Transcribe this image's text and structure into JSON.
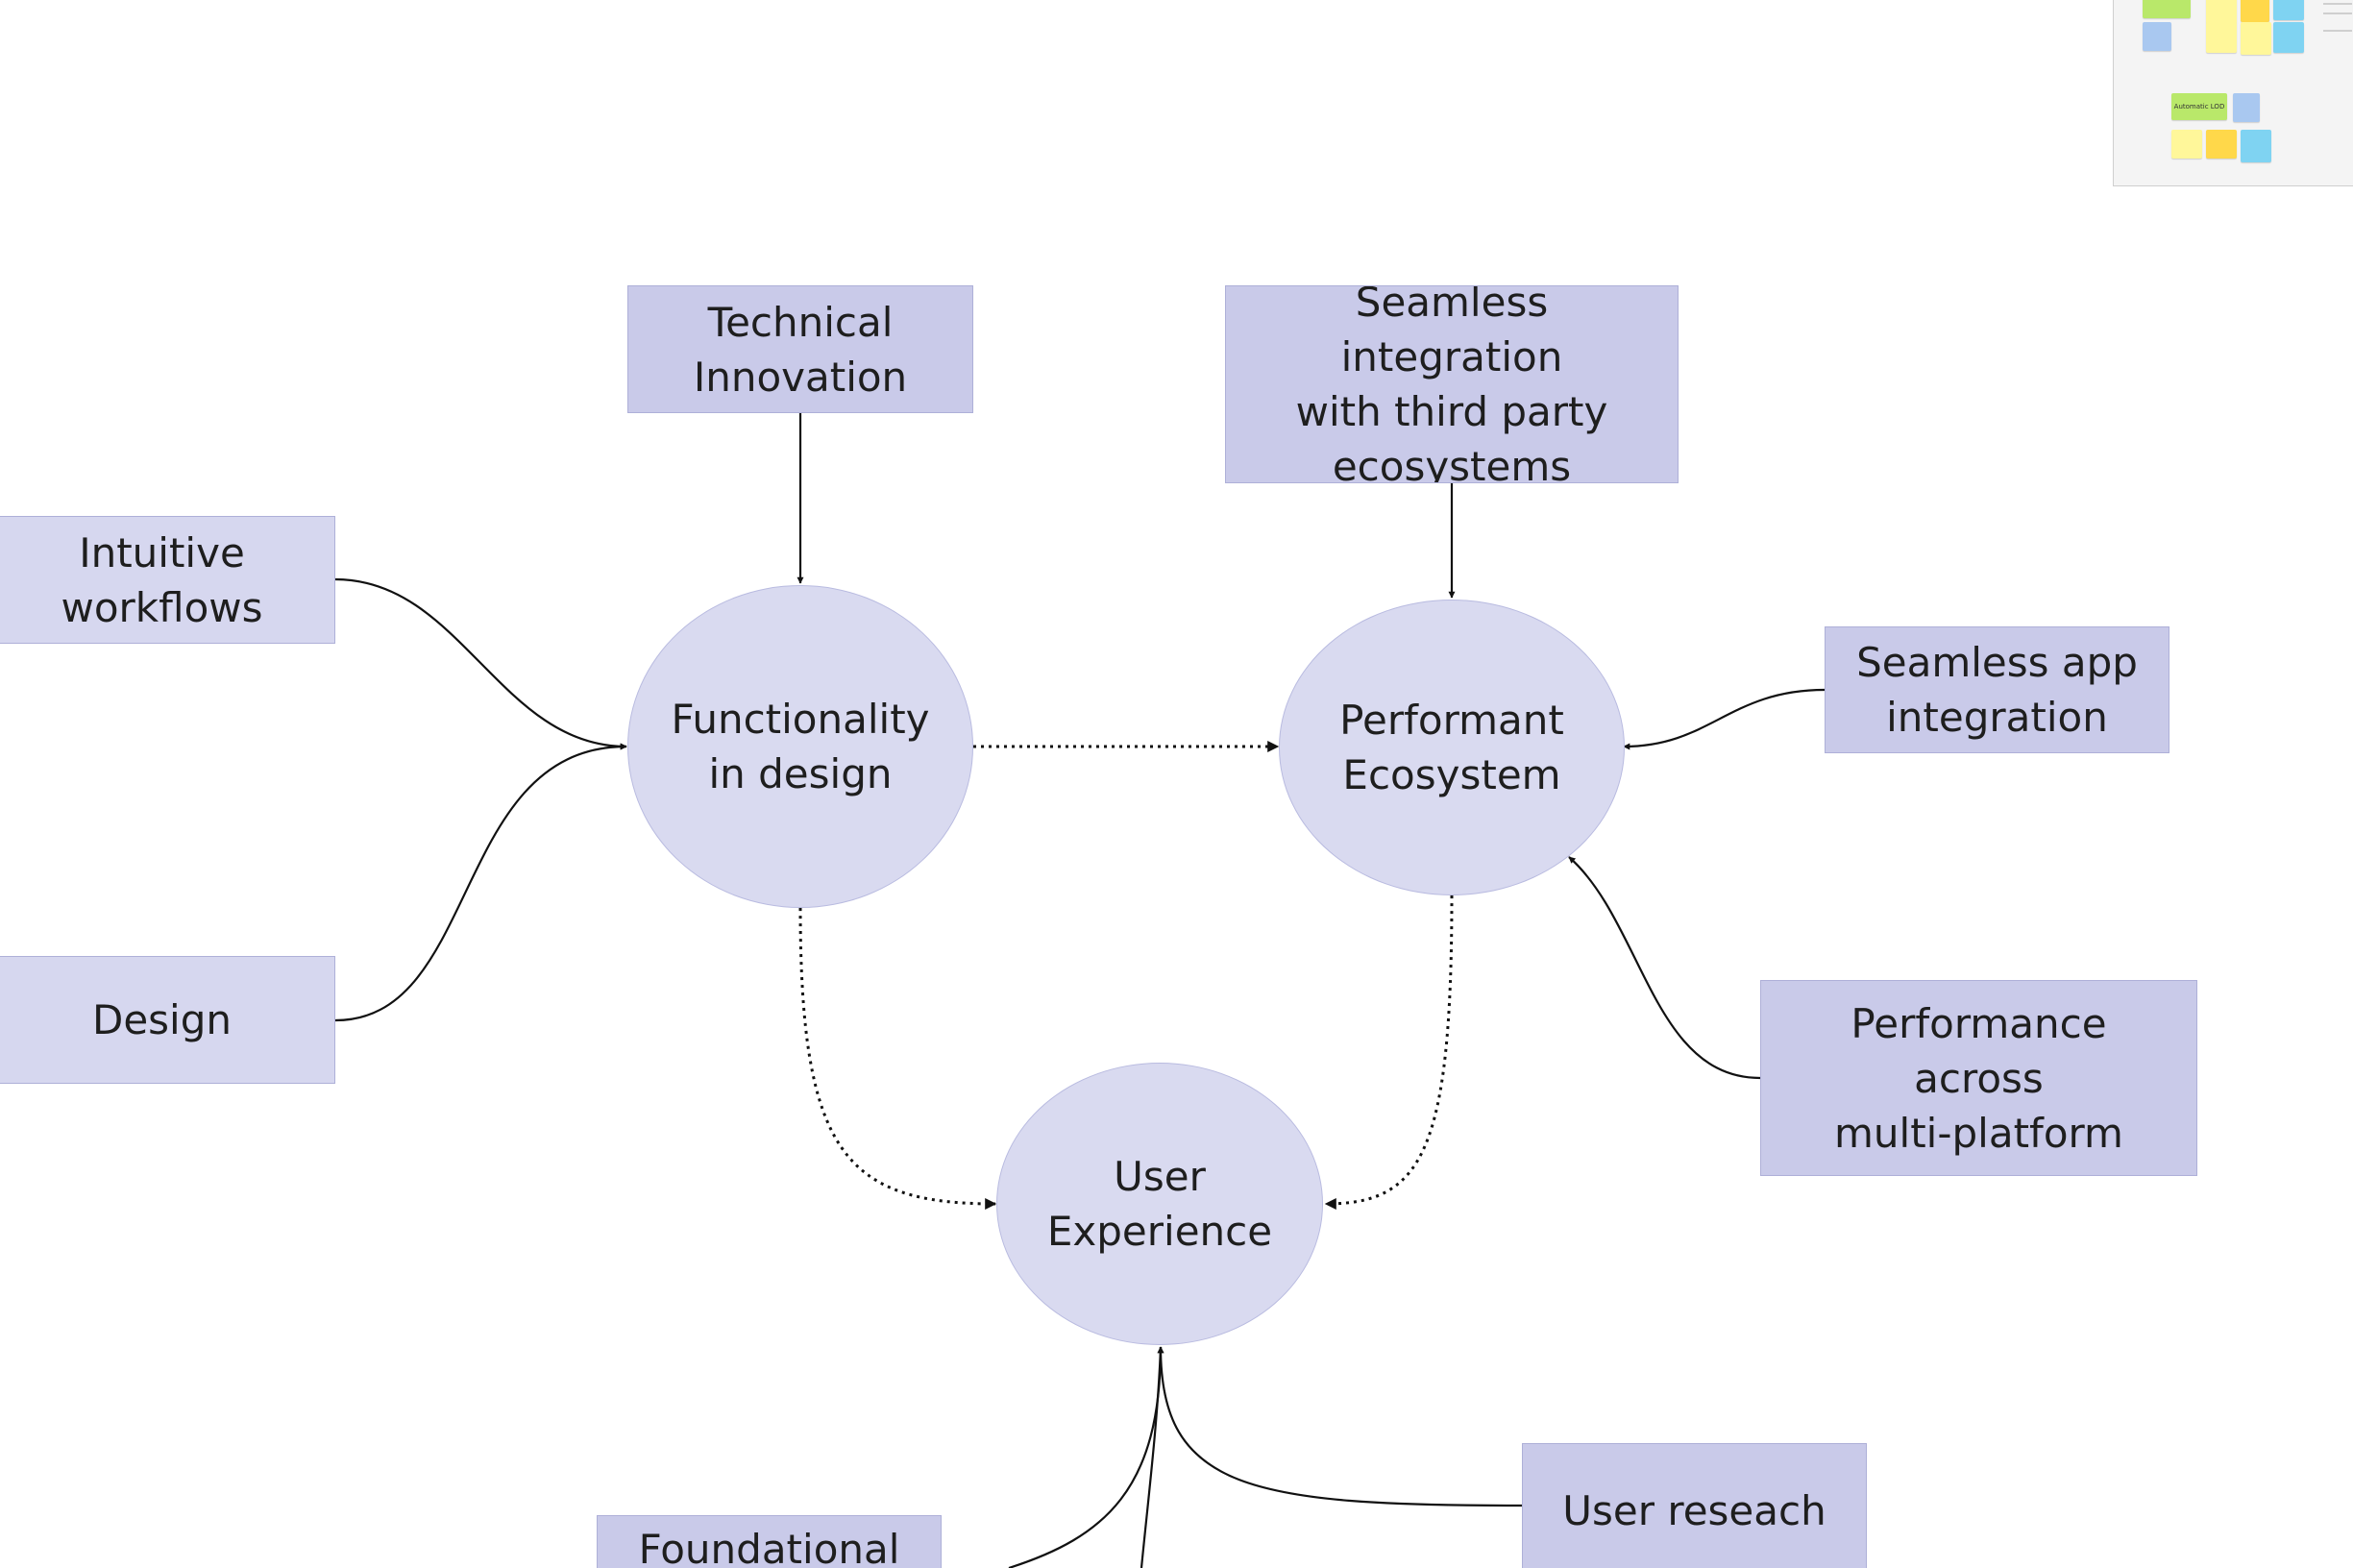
{
  "colors": {
    "box_fill": "#c9cae9",
    "box_fill_pale": "#d6d7ef",
    "ellipse_fill": "#d9daf0",
    "edge": "#111111",
    "background": "#ffffff"
  },
  "nodes": {
    "technical_innovation": "Technical\nInnovation",
    "seamless_integration": "Seamless integration\nwith third party\necosystems",
    "intuitive_workflows": "Intuitive\nworkflows",
    "design": "Design",
    "functionality_in_design": "Functionality\nin design",
    "performant_ecosystem": "Performant\nEcosystem",
    "seamless_app_integration": "Seamless app\nintegration",
    "performance_multiplatform": "Performance across\nmulti-platform",
    "user_experience": "User\nExperience",
    "user_research": "User reseach",
    "foundational_ux": "Foundational UX"
  },
  "minimap": {
    "label": "Automatic LOD",
    "sticky_colors": [
      "#b9e86a",
      "#f5e94e",
      "#ffd84a",
      "#7fd3f2",
      "#a9c8f0",
      "#fff79a"
    ]
  }
}
